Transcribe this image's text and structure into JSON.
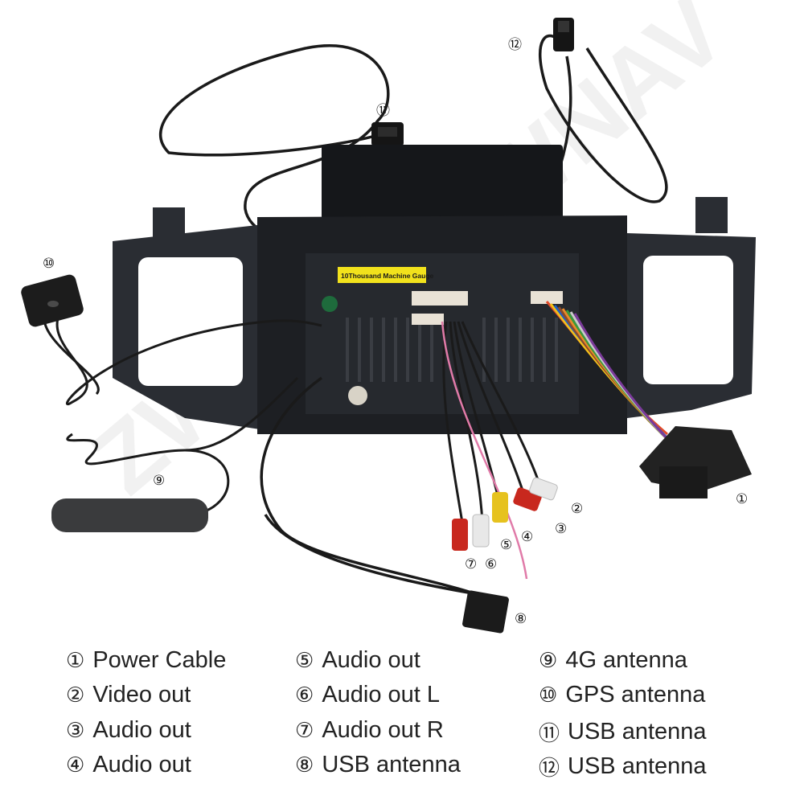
{
  "sticker_text": "10Thousand Machine Gauge",
  "callouts": [
    "⑪",
    "⑫",
    "⑩",
    "⑨",
    "①",
    "②",
    "③",
    "④",
    "⑤",
    "⑦",
    "⑥",
    "⑧"
  ],
  "legend": [
    {
      "num": "①",
      "label": "Power Cable"
    },
    {
      "num": "②",
      "label": "Video out"
    },
    {
      "num": "③",
      "label": "Audio out"
    },
    {
      "num": "④",
      "label": "Audio out"
    },
    {
      "num": "⑤",
      "label": "Audio out"
    },
    {
      "num": "⑥",
      "label": "Audio out L"
    },
    {
      "num": "⑦",
      "label": "Audio out R"
    },
    {
      "num": "⑧",
      "label": "USB antenna"
    },
    {
      "num": "⑨",
      "label": "4G antenna"
    },
    {
      "num": "⑩",
      "label": "GPS antenna"
    },
    {
      "num": "⑪",
      "label": "USB antenna"
    },
    {
      "num": "⑫",
      "label": "USB antenna"
    }
  ],
  "colors": {
    "frame": "#2a2d33",
    "unit": "#1d1f23",
    "sticker": "#f2e21c",
    "rca_red": "#c8281e",
    "rca_yellow": "#e6c21e",
    "rca_white": "#e8e8e8",
    "pink_wire": "#e07aa8",
    "label_text": "#222222"
  }
}
